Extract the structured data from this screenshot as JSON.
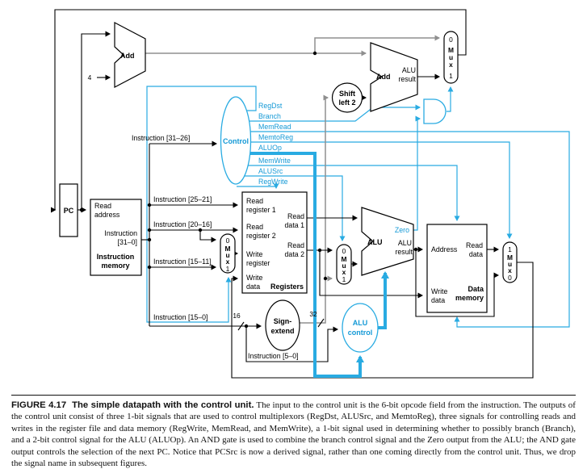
{
  "colors": {
    "accent": "#29abe2",
    "wire": "#000000",
    "gray": "#8f8f8f"
  },
  "diagram": {
    "pc": {
      "label": "PC"
    },
    "adder_pc": {
      "label": "Add",
      "const_input": "4"
    },
    "adder_branch": {
      "label": "Add",
      "res1": "ALU",
      "res2": "result"
    },
    "instruction_memory": {
      "port1": "Read",
      "port2": "address",
      "out1": "Instruction",
      "out2": "[31–0]",
      "name1": "Instruction",
      "name2": "memory"
    },
    "control": {
      "label": "Control",
      "signals": [
        "RegDst",
        "Branch",
        "MemRead",
        "MemtoReg",
        "ALUOp",
        "MemWrite",
        "ALUSrc",
        "RegWrite"
      ]
    },
    "taps": {
      "t31_26": "Instruction [31–26]",
      "t25_21": "Instruction [25–21]",
      "t20_16": "Instruction [20–16]",
      "t15_11": "Instruction [15–11]",
      "t15_0": "Instruction [15–0]",
      "t5_0": "Instruction [5–0]"
    },
    "registers": {
      "rr1a": "Read",
      "rr1b": "register 1",
      "rr2a": "Read",
      "rr2b": "register 2",
      "wra": "Write",
      "wrb": "register",
      "wda": "Write",
      "wdb": "data",
      "rd1a": "Read",
      "rd1b": "data 1",
      "rd2a": "Read",
      "rd2b": "data 2",
      "name": "Registers"
    },
    "alu": {
      "label": "ALU",
      "zero": "Zero",
      "res1": "ALU",
      "res2": "result"
    },
    "alu_control": {
      "l1": "ALU",
      "l2": "control"
    },
    "sign_extend": {
      "l1": "Sign-",
      "l2": "extend",
      "in_width": "16",
      "out_width": "32"
    },
    "shift_left": {
      "l1": "Shift",
      "l2": "left 2"
    },
    "data_memory": {
      "address": "Address",
      "rda": "Read",
      "rdb": "data",
      "wda": "Write",
      "wdb": "data",
      "name1": "Data",
      "name2": "memory"
    },
    "mux_pc": {
      "c": [
        "0",
        "M",
        "u",
        "x",
        "1"
      ]
    },
    "mux_regdst": {
      "c": [
        "0",
        "M",
        "u",
        "x",
        "1"
      ]
    },
    "mux_alusrc": {
      "c": [
        "0",
        "M",
        "u",
        "x",
        "1"
      ]
    },
    "mux_wb": {
      "c": [
        "1",
        "M",
        "u",
        "x",
        "0"
      ]
    }
  },
  "caption": {
    "label": "FIGURE 4.17",
    "title": "The simple datapath with the control unit.",
    "body": "The input to the control unit is the 6-bit opcode field from the instruction. The outputs of the control unit consist of three 1-bit signals that are used to control multiplexors (RegDst, ALUSrc, and MemtoReg), three signals for controlling reads and writes in the register file and data memory (RegWrite, MemRead, and MemWrite), a 1-bit signal used in determining whether to possibly branch (Branch), and a 2-bit control signal for the ALU (ALUOp). An AND gate is used to combine the branch control signal and the Zero output from the ALU; the AND gate output controls the selection of the next PC. Notice that PCSrc is now a derived signal, rather than one coming directly from the control unit. Thus, we drop the signal name in subsequent figures."
  }
}
